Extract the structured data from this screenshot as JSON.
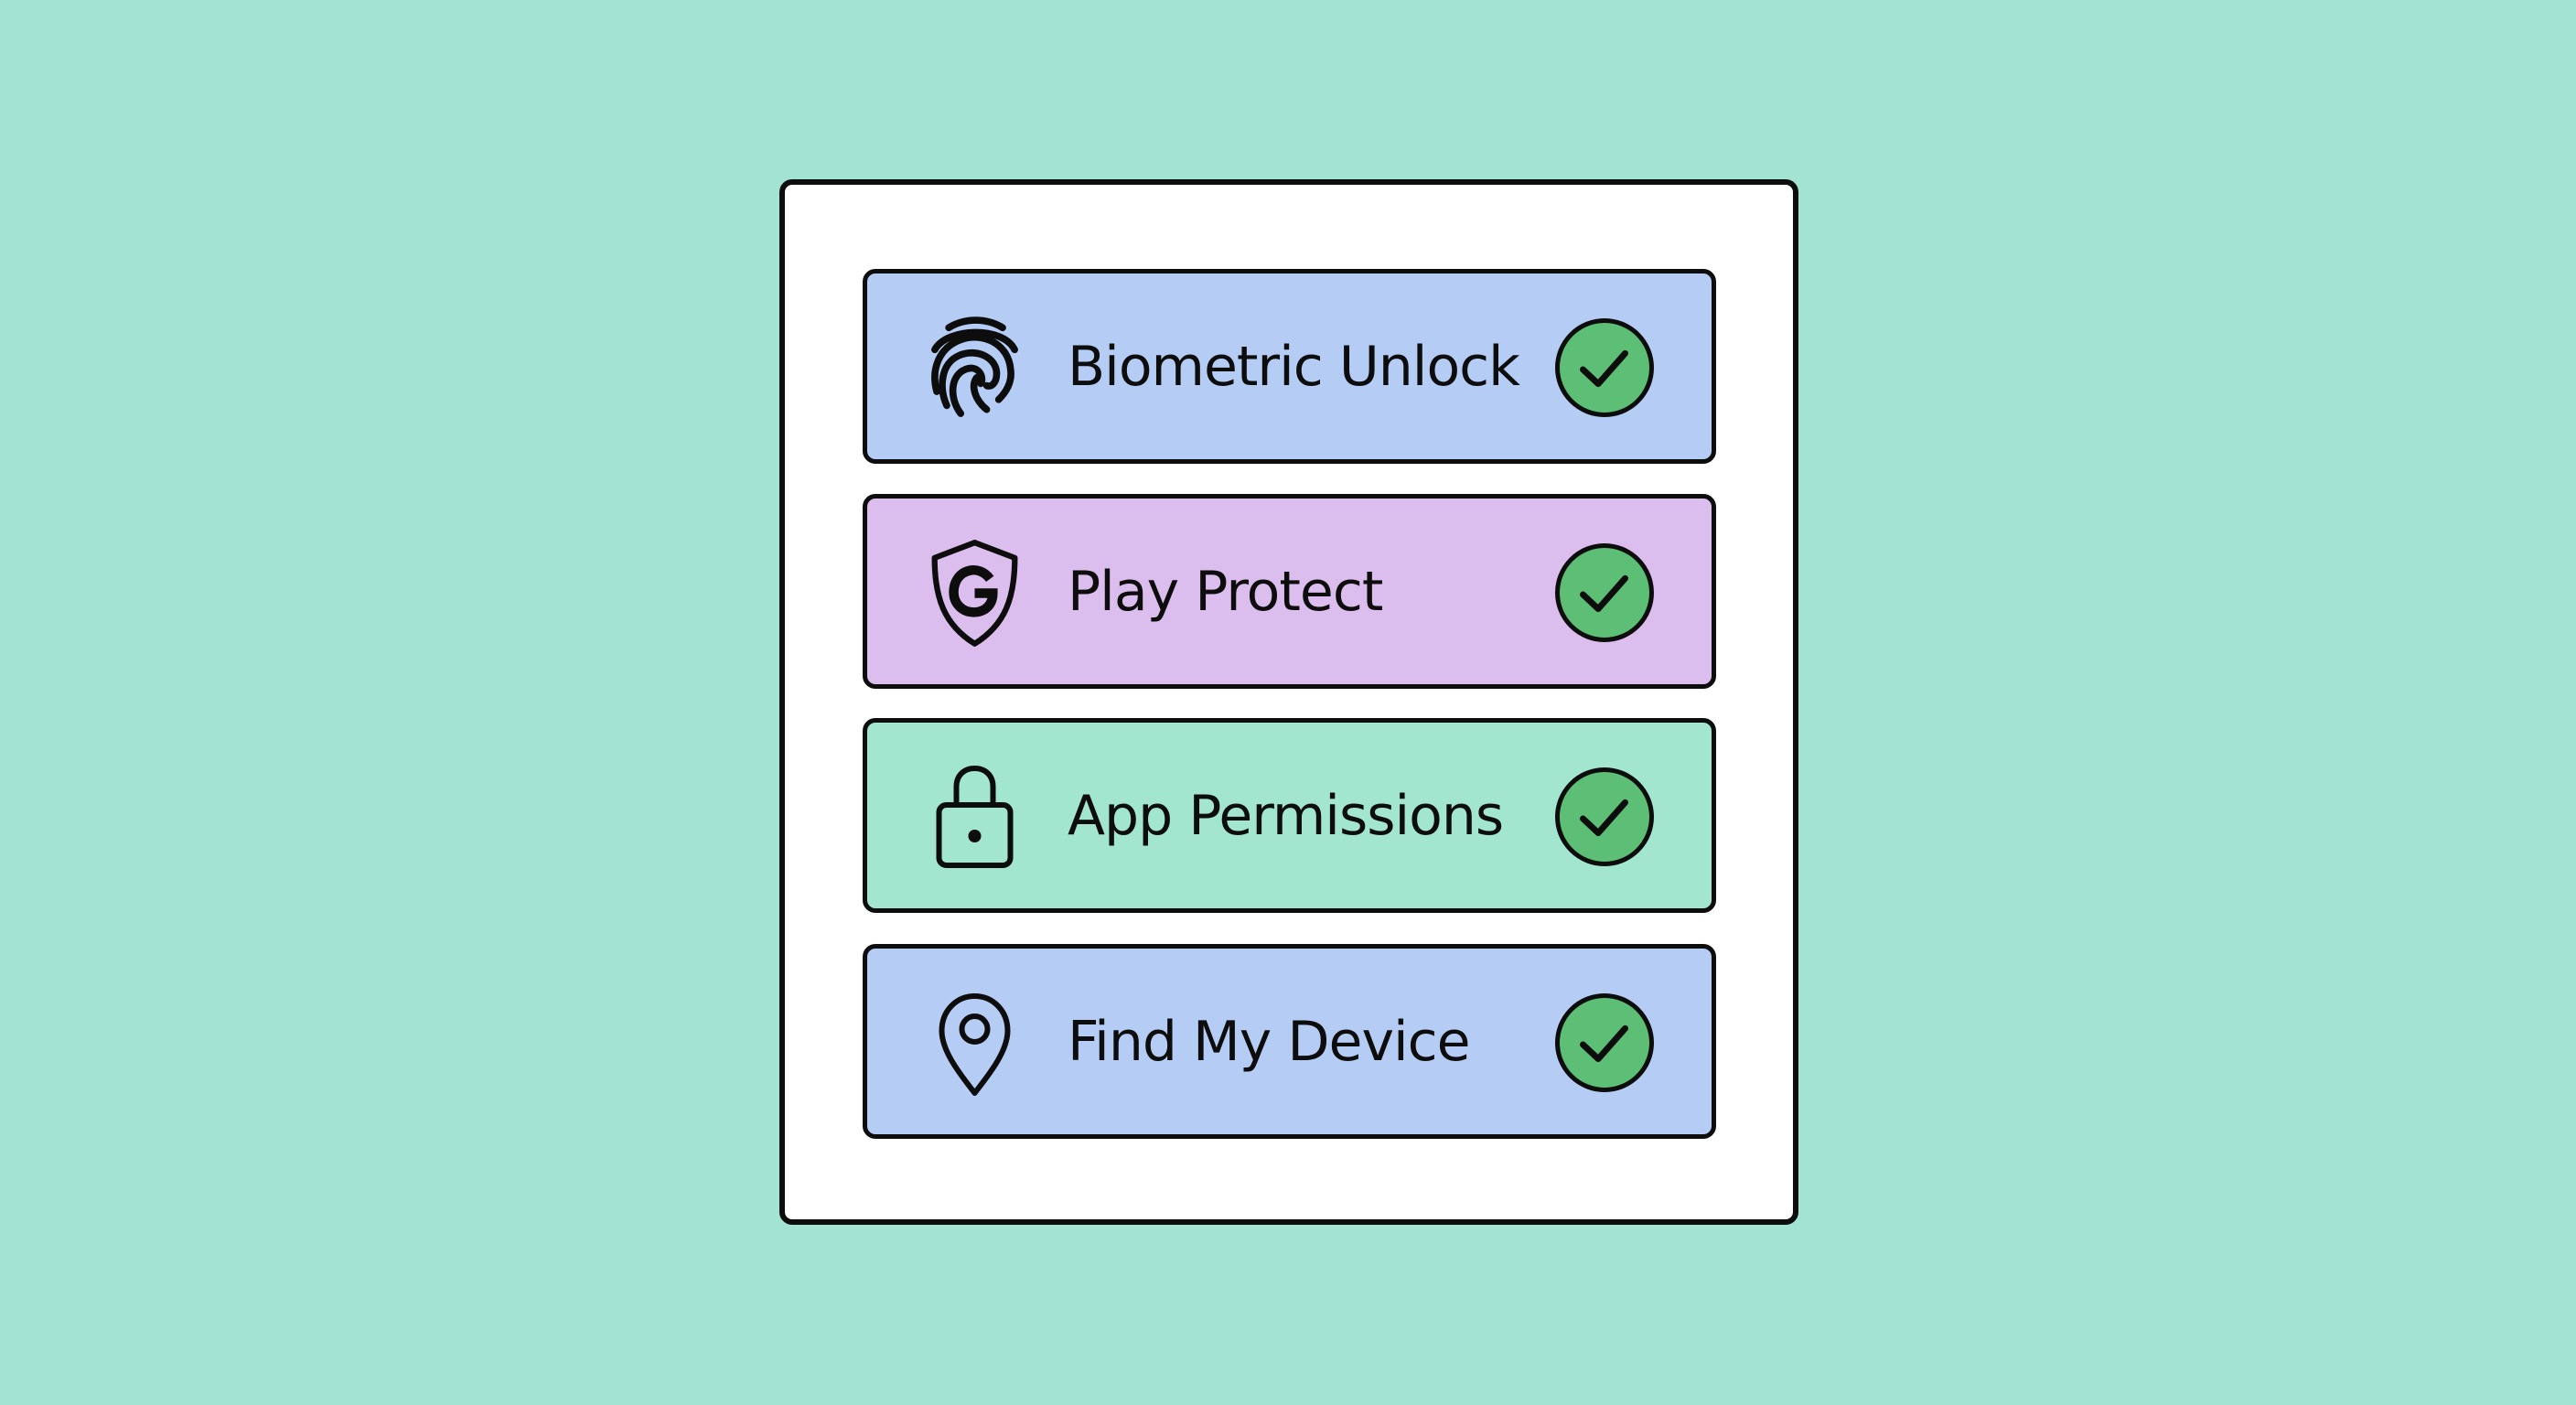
{
  "colors": {
    "background": "#a3e3d1",
    "card": "#ffffff",
    "outline": "#0d0d0d",
    "status_enabled": "#5cbf75"
  },
  "security_checklist": {
    "items": [
      {
        "label": "Biometric Unlock",
        "icon": "fingerprint-icon",
        "background": "#b5cdf5",
        "status": "enabled",
        "status_icon": "check-circle-icon"
      },
      {
        "label": "Play Protect",
        "icon": "shield-g-icon",
        "background": "#dbbdee",
        "status": "enabled",
        "status_icon": "check-circle-icon"
      },
      {
        "label": "App Permissions",
        "icon": "lock-icon",
        "background": "#a3e6cf",
        "status": "enabled",
        "status_icon": "check-circle-icon"
      },
      {
        "label": "Find My Device",
        "icon": "location-pin-icon",
        "background": "#b5cdf5",
        "status": "enabled",
        "status_icon": "check-circle-icon"
      }
    ]
  }
}
